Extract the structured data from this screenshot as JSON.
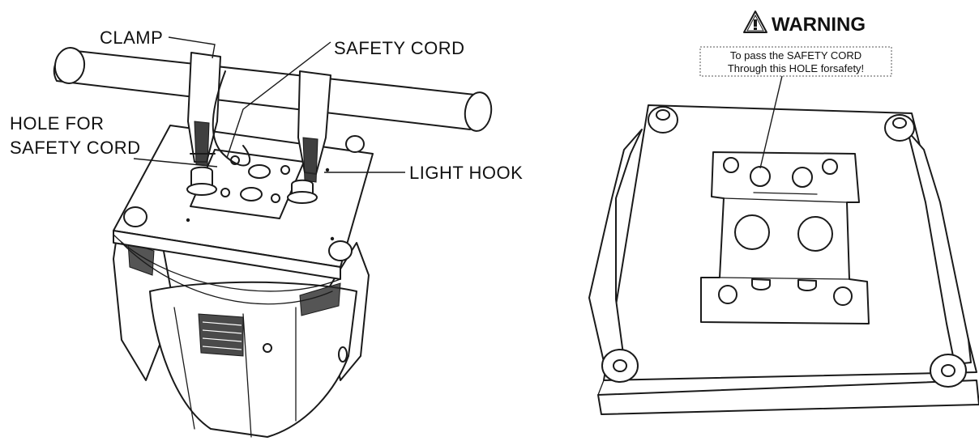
{
  "labels": {
    "clamp": "CLAMP",
    "safety_cord": "SAFETY CORD",
    "hole_line1": "HOLE FOR",
    "hole_line2": "SAFETY CORD",
    "light_hook": "LIGHT HOOK"
  },
  "warning": {
    "title": "WARNING",
    "line1": "To pass the SAFETY CORD",
    "line2": "Through this HOLE forsafety!",
    "icon": "warning-triangle-icon"
  },
  "colors": {
    "ink": "#1a1a1a",
    "background": "#ffffff"
  }
}
